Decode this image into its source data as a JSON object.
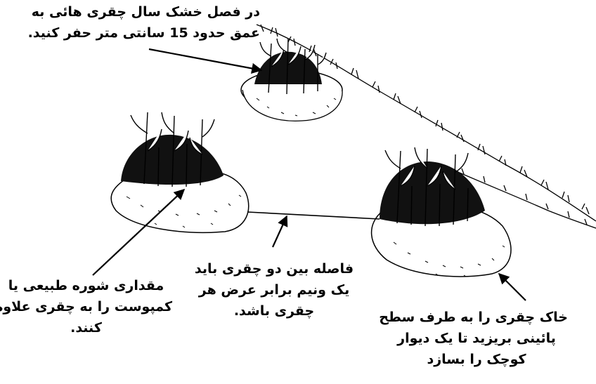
{
  "labels": {
    "dig": {
      "line1": "در فصل خشک سال چقری هائی به",
      "line2": "عمق حدود 15 سانتی متر حفر کنید."
    },
    "spacing": {
      "line1": "فاصله بین دو چقری باید",
      "line2": "یک ونیم برابر عرض هر",
      "line3": "چقری باشد."
    },
    "compost": {
      "line1": "مقداری شوره طبیعی یا",
      "line2": "کمپوست را به چقری علاوه",
      "line3": "کنند."
    },
    "wall": {
      "line1": "خاک چقری را به طرف سطح",
      "line2": "پائینی بریزید تا یک دیوار",
      "line3": "کوچک را بسازد"
    }
  },
  "colors": {
    "ink": "#000000",
    "paper": "#ffffff"
  }
}
